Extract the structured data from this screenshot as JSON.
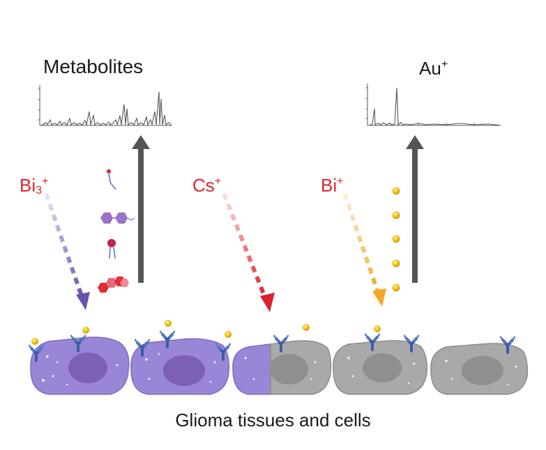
{
  "labels": {
    "metabolites": "Metabolites",
    "au_base": "Au",
    "au_charge": "+",
    "bi3_base": "Bi",
    "bi3_sub": "3",
    "bi3_charge": "+",
    "cs_base": "Cs",
    "cs_charge": "+",
    "bi_base": "Bi",
    "bi_charge": "+",
    "caption": "Glioma tissues and cells"
  },
  "colors": {
    "bi3_beam": "#7b65b3",
    "cs_beam": "#d9232f",
    "bi_beam": "#f5a623",
    "secondary_arrow": "#555555",
    "stained_cell": "#9a86d6",
    "unstained_cell": "#a9a9a9",
    "antibody": "#3a5da8",
    "gold_label": "#f2c21b",
    "spectrum_line": "#555555"
  },
  "icons": [
    "antibody-icon",
    "gold-particle-icon",
    "lipid-molecule-icon",
    "aromatic-molecule-icon",
    "peptide-chain-icon"
  ]
}
